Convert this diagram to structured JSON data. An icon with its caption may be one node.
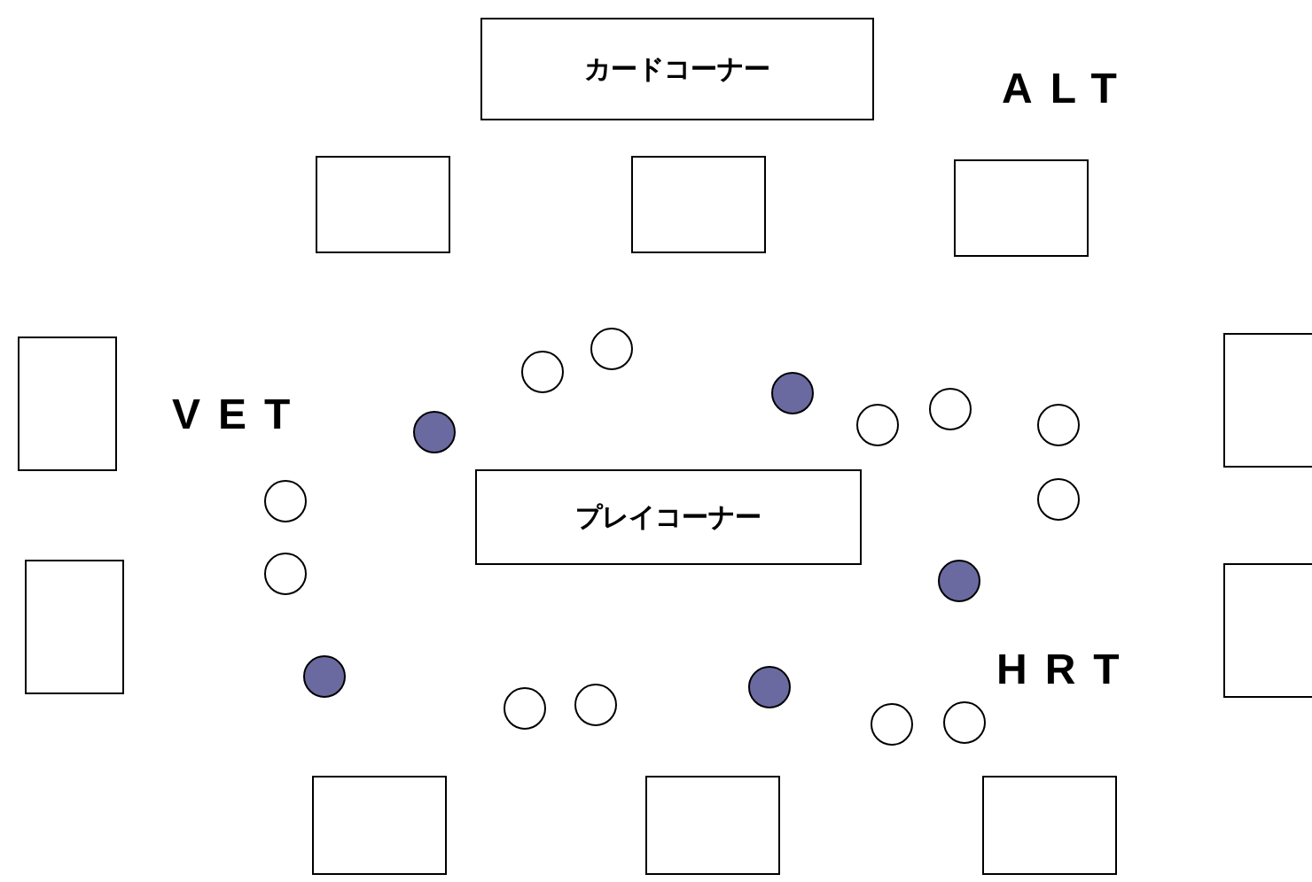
{
  "diagram": {
    "nodes": [
      {
        "text": [
          "カードコーナー"
        ]
      },
      {
        "text": [],
        "shape": "box"
      },
      {
        "text": [],
        "shape": "box"
      },
      {
        "text": [],
        "shape": "box"
      },
      {
        "text": [],
        "shape": "box"
      },
      {
        "text": [],
        "shape": "box"
      },
      {
        "text": [],
        "shape": "circle"
      },
      {
        "text": [],
        "shape": "circle"
      },
      {
        "text": [],
        "shape": "circle"
      },
      {
        "text": [],
        "shape": "circle"
      },
      {
        "text": [],
        "shape": "circle"
      },
      {
        "text": [],
        "shape": "circle"
      },
      {
        "text": [],
        "shape": "circle"
      },
      {
        "text": [
          "プレイコーナー"
        ]
      },
      {
        "text": [],
        "shape": "circle"
      },
      {
        "text": [],
        "shape": "circle"
      },
      {
        "text": [],
        "shape": "box"
      },
      {
        "text": [],
        "shape": "box"
      },
      {
        "text": [],
        "shape": "circle"
      },
      {
        "text": [],
        "shape": "circle"
      },
      {
        "text": [],
        "shape": "circle"
      },
      {
        "text": [],
        "shape": "circle"
      },
      {
        "text": [],
        "shape": "circle"
      },
      {
        "text": [],
        "shape": "circle"
      },
      {
        "text": [],
        "shape": "circle"
      },
      {
        "text": [],
        "shape": "circle"
      },
      {
        "text": [],
        "shape": "box"
      },
      {
        "text": [],
        "shape": "box"
      },
      {
        "text": [],
        "shape": "box"
      }
    ],
    "labels": [
      "ALT",
      "VET",
      "HRT"
    ]
  }
}
